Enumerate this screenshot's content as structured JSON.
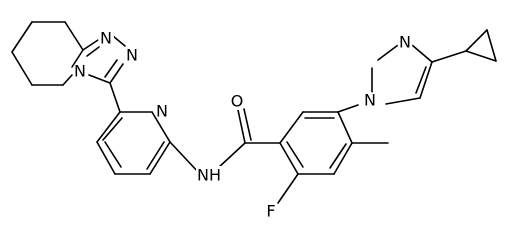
{
  "molecule": {
    "atoms": {
      "triazole_n1": "N",
      "triazole_n2": "N",
      "triazole_n4": "N",
      "pyridine_n": "N",
      "amide_nh": "NH",
      "amide_o": "O",
      "imidazole_n_ring": "N",
      "imidazole_n_attached": "N",
      "fluorine": "F"
    }
  }
}
